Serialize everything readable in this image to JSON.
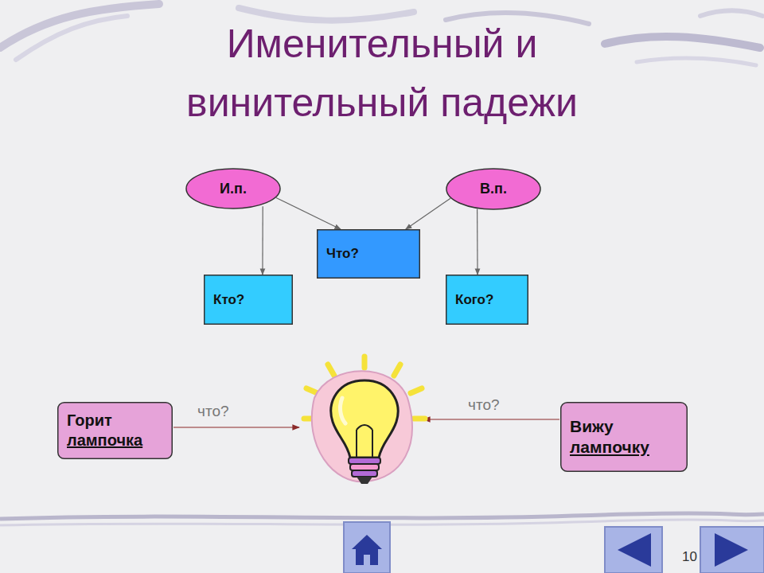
{
  "diagram": {
    "title": "Именительный и винительный падежи",
    "nodes": [
      {
        "text": [
          "И.п."
        ]
      },
      {
        "text": [
          "В.п."
        ]
      },
      {
        "text": [
          "Что?"
        ]
      },
      {
        "text": [
          "Кто?"
        ]
      },
      {
        "text": [
          "Кого?"
        ]
      },
      {
        "text": [
          "Горит",
          "лампочка"
        ]
      },
      {
        "text": [
          "Вижу",
          "лампочку"
        ]
      }
    ],
    "edges": [
      {
        "from": 0,
        "to": 2,
        "arrow": "to"
      },
      {
        "from": 0,
        "to": 3,
        "arrow": "to"
      },
      {
        "from": 1,
        "to": 2,
        "arrow": "to"
      },
      {
        "from": 1,
        "to": 4,
        "arrow": "to"
      }
    ],
    "labels": [
      "что?",
      "что?",
      "10"
    ]
  }
}
